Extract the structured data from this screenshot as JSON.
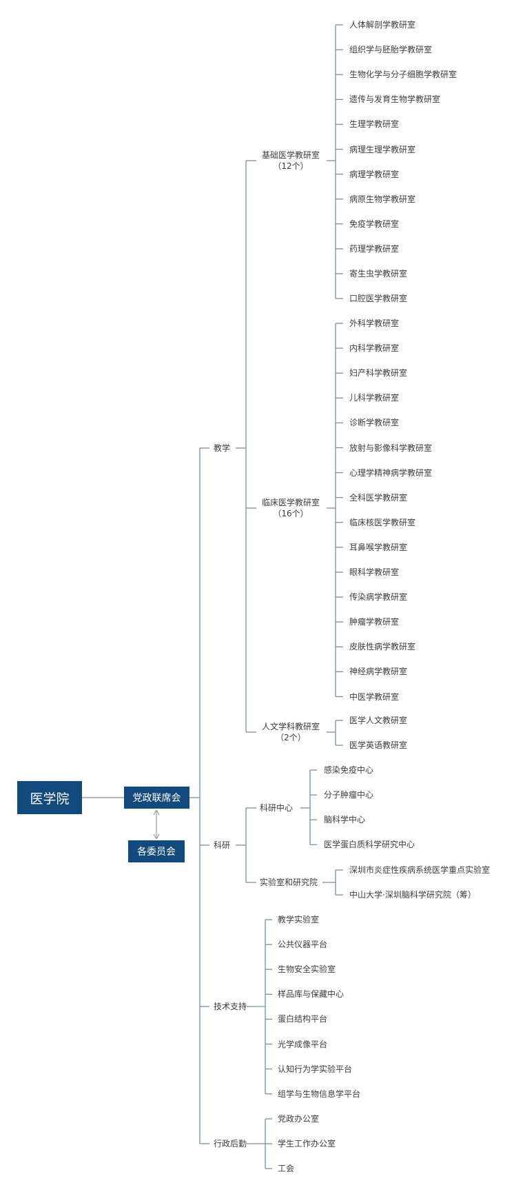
{
  "root": "医学院",
  "party_council": "党政联席会",
  "committees": "各委员会",
  "teaching": {
    "label": "教学",
    "basic": {
      "label": "基础医学教研室",
      "count": "（12个）",
      "items": [
        "人体解剖学教研室",
        "组织学与胚胎学教研室",
        "生物化学与分子细胞学教研室",
        "遗传与发育生物学教研室",
        "生理学教研室",
        "病理生理学教研室",
        "病理学教研室",
        "病原生物学教研室",
        "免疫学教研室",
        "药理学教研室",
        "寄生虫学教研室",
        "口腔医学教研室"
      ]
    },
    "clinical": {
      "label": "临床医学教研室",
      "count": "（16个）",
      "items": [
        "外科学教研室",
        "内科学教研室",
        "妇产科学教研室",
        "儿科学教研室",
        "诊断学教研室",
        "放射与影像科学教研室",
        "心理学精神病学教研室",
        "全科医学教研室",
        "临床核医学教研室",
        "耳鼻喉学教研室",
        "眼科学教研室",
        "传染病学教研室",
        "肿瘤学教研室",
        "皮肤性病学教研室",
        "神经病学教研室",
        "中医学教研室"
      ]
    },
    "humanities": {
      "label": "人文学科教研室",
      "count": "（2个）",
      "items": [
        "医学人文教研室",
        "医学英语教研室"
      ]
    }
  },
  "research": {
    "label": "科研",
    "centers": {
      "label": "科研中心",
      "items": [
        "感染免疫中心",
        "分子肿瘤中心",
        "脑科学中心",
        "医学蛋白质科学研究中心"
      ]
    },
    "labs": {
      "label": "实验室和研究院",
      "items": [
        "深圳市炎症性疾病系统医学重点实验室",
        "中山大学·深圳脑科学研究院（筹）"
      ]
    }
  },
  "tech_support": {
    "label": "技术支持",
    "items": [
      "教学实验室",
      "公共仪器平台",
      "生物安全实验室",
      "样品库与保藏中心",
      "蛋白结构平台",
      "光学成像平台",
      "认知行为学实验平台",
      "组学与生物信息学平台"
    ]
  },
  "admin": {
    "label": "行政后勤",
    "items": [
      "党政办公室",
      "学生工作办公室",
      "工会"
    ]
  },
  "colors": {
    "box": "#134a7e",
    "line": "#7a8fa3",
    "text": "#3c3c3c",
    "arrow": "#9a9a9a"
  }
}
